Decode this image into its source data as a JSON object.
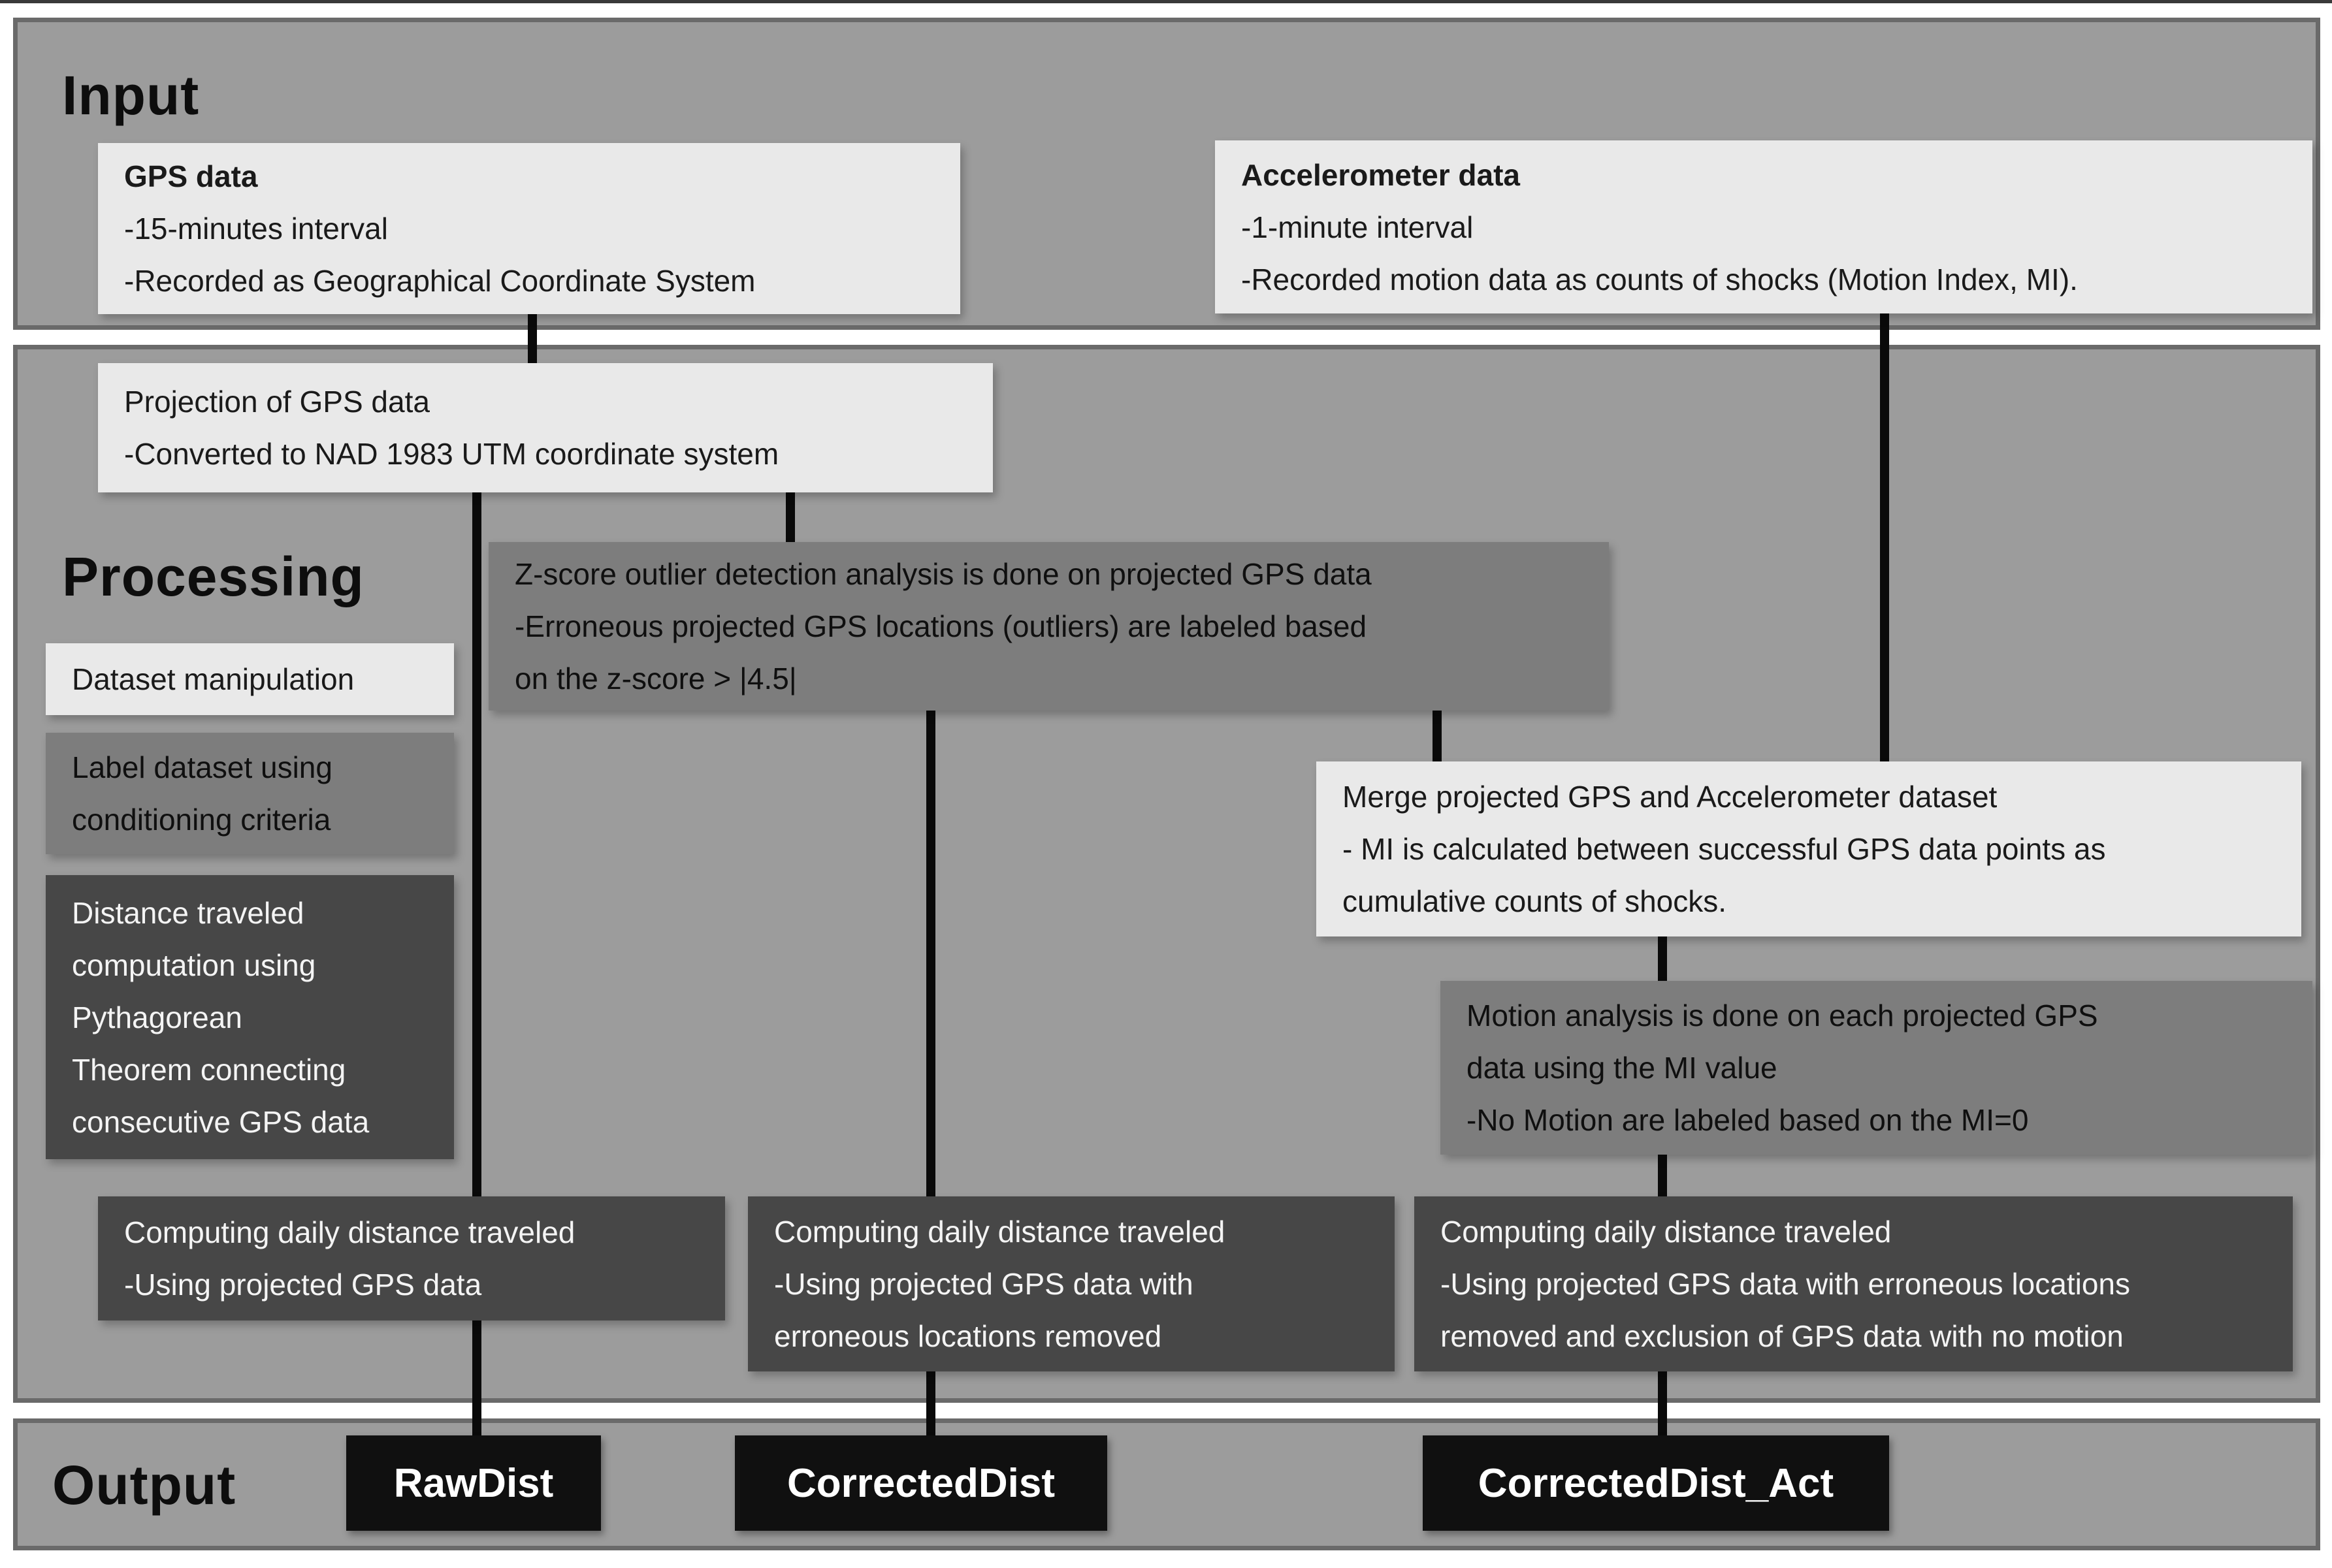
{
  "sections": {
    "input": "Input",
    "processing": "Processing",
    "output": "Output"
  },
  "boxes": {
    "gps": {
      "title": "GPS data",
      "body": "-15-minutes interval\n-Recorded as Geographical Coordinate System"
    },
    "accelerometer": {
      "title": "Accelerometer data",
      "body": "-1-minute interval\n-Recorded motion data as counts of shocks (Motion Index, MI)."
    },
    "projection": {
      "body": "Projection of GPS data\n-Converted to NAD 1983 UTM coordinate system"
    },
    "zscore": {
      "body": "Z-score outlier detection analysis is done on projected GPS data\n-Erroneous projected GPS locations (outliers) are labeled based\non the z-score > |4.5|"
    },
    "merge": {
      "body": "Merge projected GPS and Accelerometer dataset\n- MI is calculated between successful GPS data points as\ncumulative counts of shocks."
    },
    "motion": {
      "body": "Motion analysis is done on each projected GPS\ndata using the MI value\n-No Motion are labeled based on the MI=0"
    },
    "legend_dataset_manipulation": {
      "body": "Dataset manipulation"
    },
    "legend_label_dataset": {
      "body": "Label dataset using\nconditioning criteria"
    },
    "legend_distance_computation": {
      "body": "Distance traveled\ncomputation using\nPythagorean\nTheorem connecting\nconsecutive GPS data"
    },
    "compute_raw": {
      "body": "Computing daily distance traveled\n-Using projected GPS data"
    },
    "compute_corrected": {
      "body": "Computing daily distance traveled\n-Using projected GPS data with\nerroneous locations removed"
    },
    "compute_corrected_act": {
      "body": "Computing daily distance traveled\n-Using projected GPS data with erroneous locations\nremoved and exclusion of GPS data with no motion"
    }
  },
  "outputs": {
    "rawdist": "RawDist",
    "correcteddist": "CorrectedDist",
    "correcteddist_act": "CorrectedDist_Act"
  },
  "colors": {
    "page_background": "#ffffff",
    "panel_fill": "#9c9c9c",
    "panel_border": "#6a6a6a",
    "box_light": "#e9e9e9",
    "box_medium": "#7d7d7d",
    "box_dark": "#474747",
    "box_output": "#101010",
    "connector": "#0a0a0a",
    "heading_text": "#0d0d0d"
  }
}
